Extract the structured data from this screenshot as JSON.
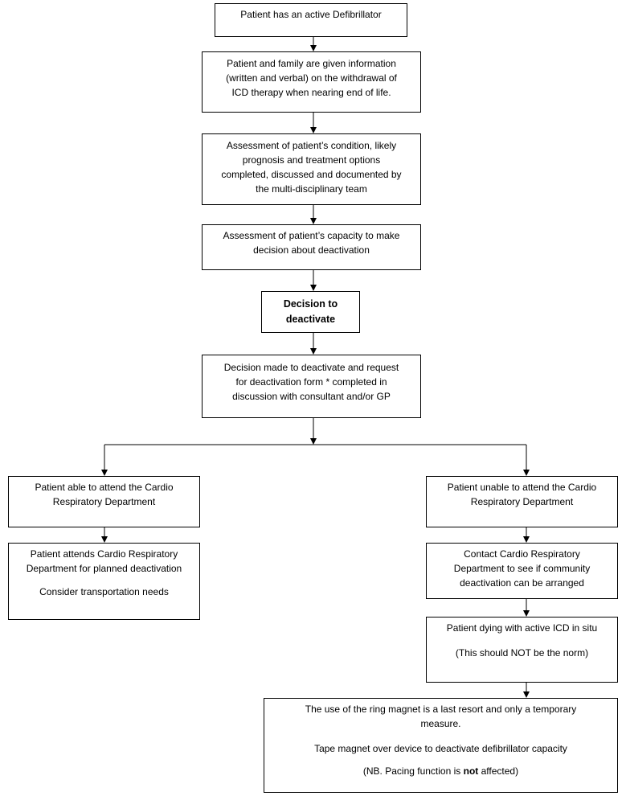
{
  "flowchart": {
    "nodes": {
      "active_defib": {
        "line1": "Patient has an active Defibrillator"
      },
      "info_given": {
        "line1": "Patient and family are given information",
        "line2": "(written and verbal) on the withdrawal of",
        "line3": "ICD therapy when nearing end of life."
      },
      "assessment_condition": {
        "line1": "Assessment of patient’s condition, likely",
        "line2": "prognosis and treatment options",
        "line3": "completed, discussed and documented by",
        "line4": "the multi-disciplinary team"
      },
      "assessment_capacity": {
        "line1": "Assessment of patient’s capacity to make",
        "line2": "decision about deactivation"
      },
      "decision": {
        "line1": "Decision to",
        "line2": "deactivate"
      },
      "decision_made": {
        "line1": "Decision made to deactivate and request",
        "line2": "for deactivation form * completed in",
        "line3": "discussion with consultant and/or GP"
      },
      "able_attend": {
        "line1": "Patient able to attend the Cardio",
        "line2": "Respiratory Department"
      },
      "attends_planned": {
        "line1": "Patient attends Cardio Respiratory",
        "line2": "Department for planned deactivation",
        "line3": "Consider transportation needs"
      },
      "unable_attend": {
        "line1": "Patient unable to attend the Cardio",
        "line2": "Respiratory Department"
      },
      "contact_dept": {
        "line1": "Contact Cardio Respiratory",
        "line2": "Department to see if community",
        "line3": "deactivation can be arranged"
      },
      "dying_active": {
        "line1": "Patient dying with active ICD in situ",
        "line2": "(This should NOT be the norm)"
      },
      "ring_magnet": {
        "line1": "The use of the ring magnet is a last resort and only a temporary",
        "line2": "measure.",
        "line3": "Tape magnet over device to deactivate defibrillator capacity",
        "line4_pre": "(NB. Pacing function is ",
        "line4_bold": "not",
        "line4_post": " affected)"
      }
    }
  }
}
